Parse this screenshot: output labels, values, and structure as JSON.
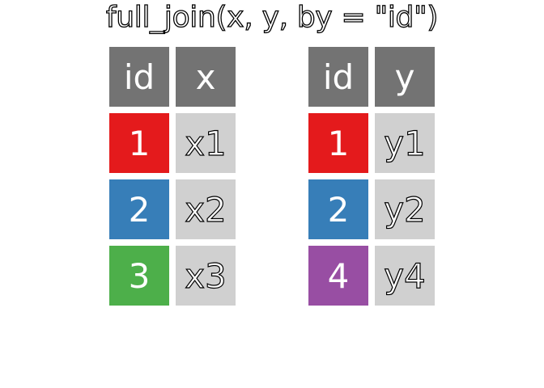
{
  "title": "full_join(x, y, by = \"id\")",
  "colors": {
    "header_bg": "#737373",
    "value_bg": "#d0d0d0",
    "id1": "#e41a1c",
    "id2": "#377eb8",
    "id3": "#4daf4a",
    "id4": "#984ea3"
  },
  "tables": {
    "x": {
      "headers": [
        "id",
        "x"
      ],
      "rows": [
        {
          "id": "1",
          "value": "x1"
        },
        {
          "id": "2",
          "value": "x2"
        },
        {
          "id": "3",
          "value": "x3"
        }
      ]
    },
    "y": {
      "headers": [
        "id",
        "y"
      ],
      "rows": [
        {
          "id": "1",
          "value": "y1"
        },
        {
          "id": "2",
          "value": "y2"
        },
        {
          "id": "4",
          "value": "y4"
        }
      ]
    }
  }
}
